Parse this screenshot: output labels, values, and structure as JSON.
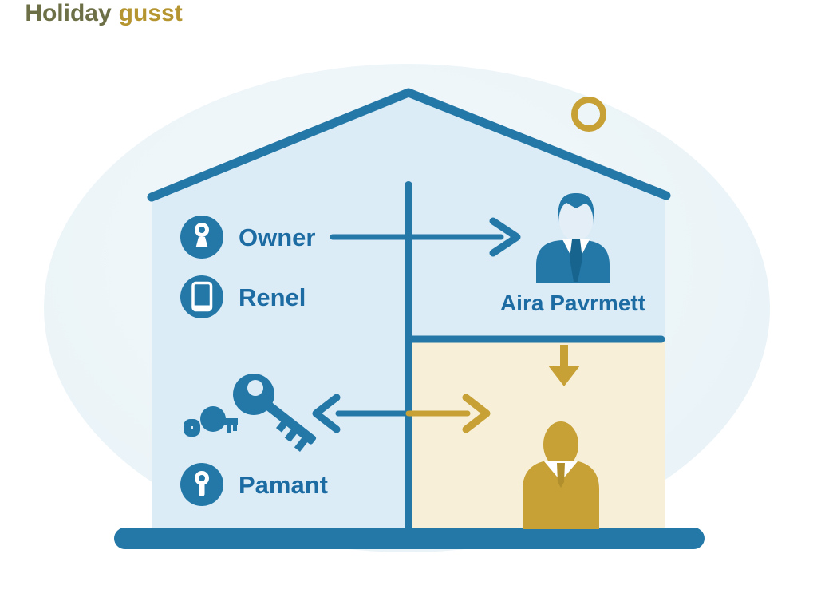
{
  "left_panel": {
    "items": [
      {
        "label": "Owner",
        "icon": "person-pin-icon"
      },
      {
        "label": "Renel",
        "icon": "smartphone-icon"
      },
      {
        "label": "Pamant",
        "icon": "keyhole-icon"
      }
    ],
    "keys_icons": [
      "key-icon",
      "car-key-icon"
    ]
  },
  "right_panel": {
    "agent": {
      "label": "Aira Pavrmett",
      "icon": "businessperson-icon"
    },
    "guest": {
      "label_part1": "Holiday",
      "label_part2": "gusst",
      "icon": "guest-person-icon"
    }
  },
  "decorations": {
    "ring": "gold-ring-icon"
  },
  "arrows": [
    {
      "name": "owner-to-agent-arrow",
      "direction": "right",
      "color": "#2478a7"
    },
    {
      "name": "keys-exchange-arrow",
      "direction": "left-right",
      "colors": [
        "#2478a7",
        "#c7a135"
      ]
    },
    {
      "name": "agent-to-guest-arrow",
      "direction": "down",
      "color": "#c7a135"
    }
  ],
  "colors": {
    "primary_blue": "#2478a7",
    "dark_blue_text": "#1c6ca3",
    "tie_blue": "#17648f",
    "gold": "#c7a135",
    "gold_dark": "#b08f2c",
    "olive_text": "#6d7046",
    "gold_text": "#b5952f",
    "house_fill": "#dcecf7",
    "cream_fill": "#f7efd8",
    "background_ellipse": "#ebf4f8",
    "face_fill": "#e4eef6"
  }
}
